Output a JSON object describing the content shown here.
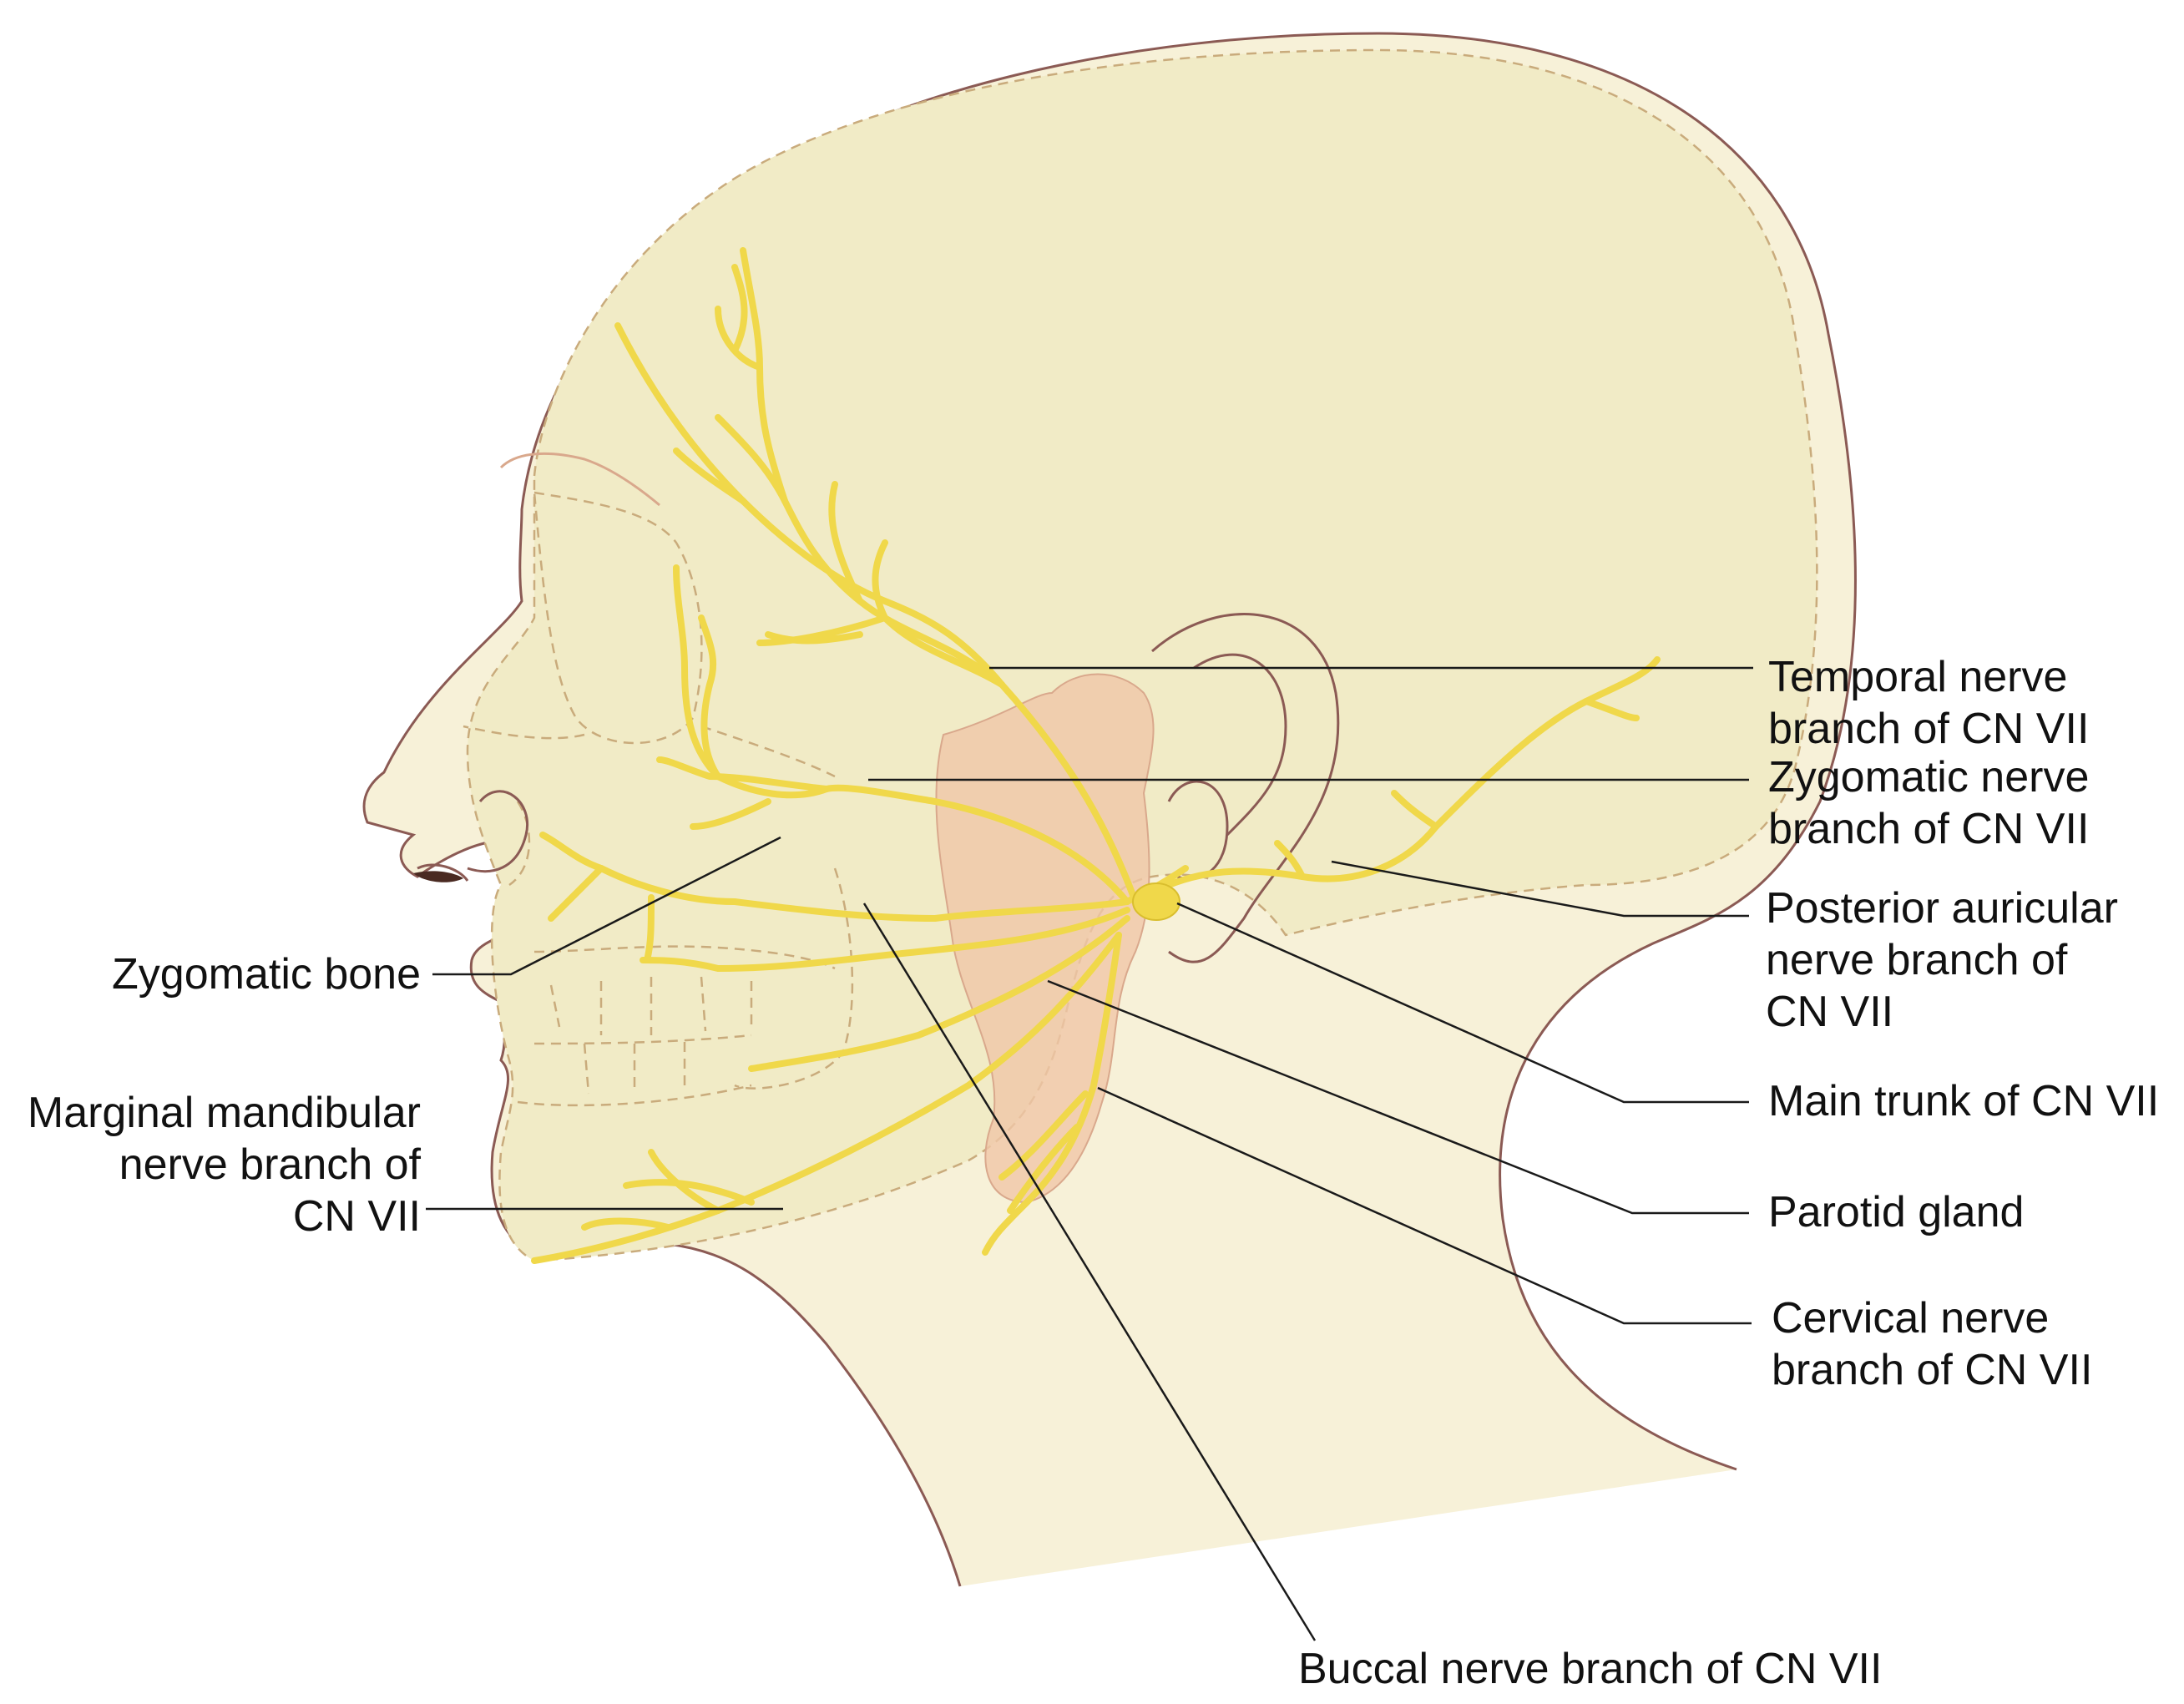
{
  "colors": {
    "skin_fill": "#f7f1d8",
    "skull_fill": "#f1ebc6",
    "outline": "#8b5a54",
    "bone_dash": "#c9ab7c",
    "nerve": "#f0d84a",
    "nerve_edge": "#d9be2e",
    "gland_fill": "#f0c7a8",
    "gland_edge": "#d9a88c",
    "leader": "#1a1a1a"
  },
  "labels": {
    "temporal": [
      "Temporal nerve",
      "branch of CN VII"
    ],
    "zygomatic_nerve": [
      "Zygomatic nerve",
      "branch of CN VII"
    ],
    "posterior_auricular": [
      "Posterior auricular",
      "nerve branch of",
      "CN VII"
    ],
    "main_trunk": [
      "Main trunk of CN VII"
    ],
    "parotid": [
      "Parotid gland"
    ],
    "cervical": [
      "Cervical nerve",
      "branch of CN VII"
    ],
    "buccal": [
      "Buccal nerve branch of CN VII"
    ],
    "zygomatic_bone": [
      "Zygomatic bone"
    ],
    "marginal_mandibular": [
      "Marginal mandibular",
      "nerve branch of",
      "CN VII"
    ]
  }
}
